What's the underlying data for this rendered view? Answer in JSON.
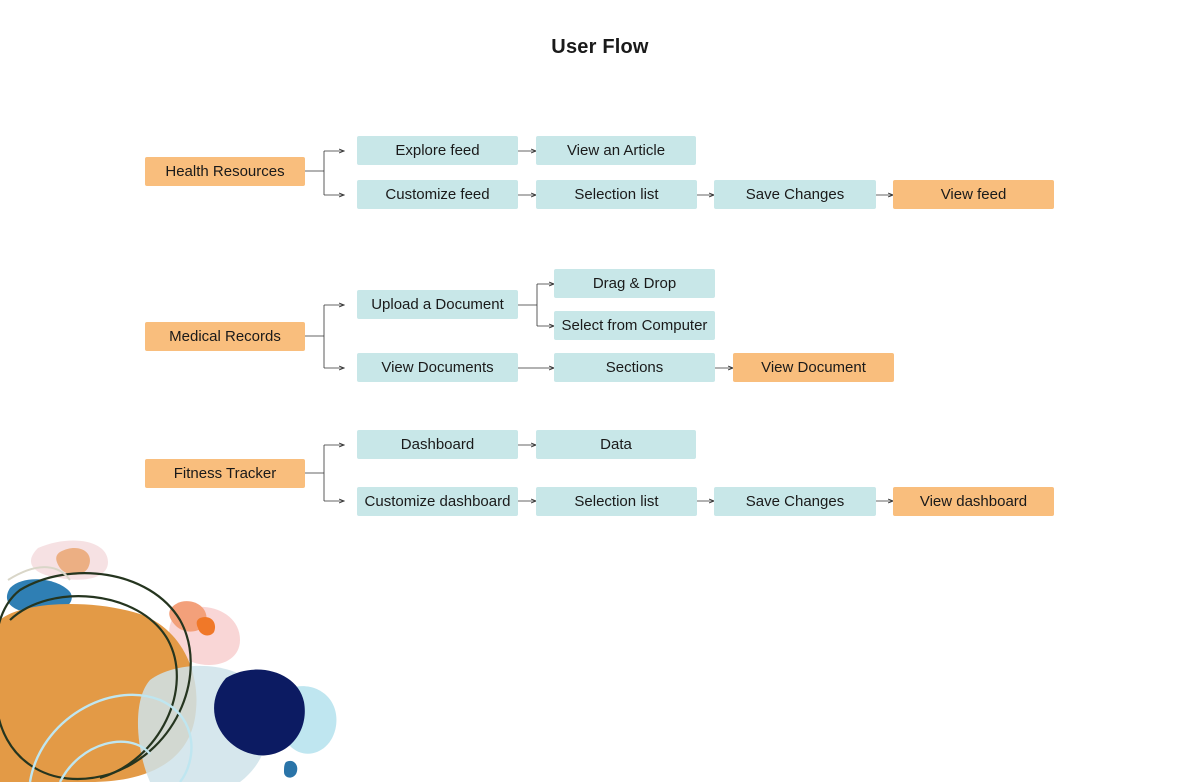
{
  "title": "User Flow",
  "colors": {
    "start_node": "#f9be7d",
    "step_node": "#c8e7e8",
    "end_node": "#f9be7d",
    "connector": "#333333"
  },
  "flows": {
    "health": {
      "root": "Health Resources",
      "explore": [
        "Explore feed",
        "View an Article"
      ],
      "customize": [
        "Customize feed",
        "Selection list",
        "Save Changes",
        "View feed"
      ]
    },
    "medical": {
      "root": "Medical Records",
      "upload": "Upload a Document",
      "upload_options": [
        "Drag & Drop",
        "Select from Computer"
      ],
      "view": [
        "View Documents",
        "Sections",
        "View Document"
      ]
    },
    "fitness": {
      "root": "Fitness Tracker",
      "dashboard": [
        "Dashboard",
        "Data"
      ],
      "customize": [
        "Customize dashboard",
        "Selection list",
        "Save Changes",
        "View dashboard"
      ]
    }
  }
}
